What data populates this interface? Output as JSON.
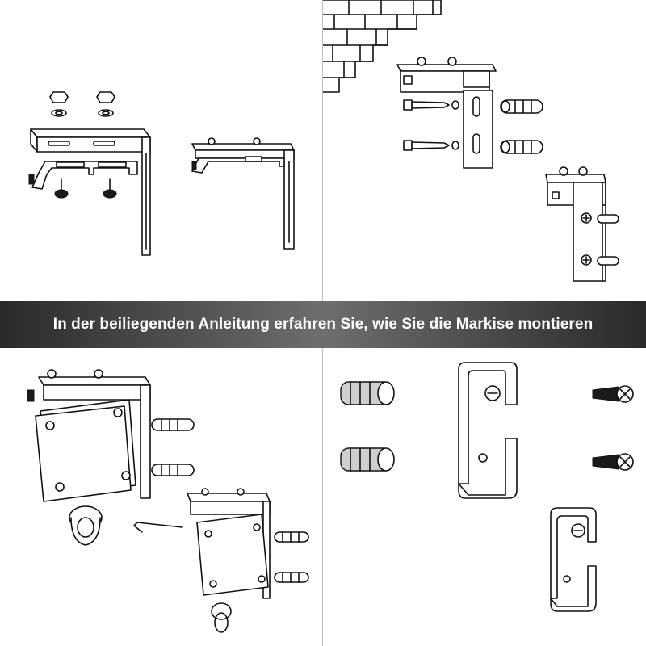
{
  "banner": {
    "text": "In der beiliegenden Anleitung erfahren Sie, wie Sie die Markise montieren"
  },
  "panels": [
    {
      "name": "ceiling-brackets"
    },
    {
      "name": "wall-mounting-brackets"
    },
    {
      "name": "gearbox-mounting"
    },
    {
      "name": "hardware-parts"
    }
  ]
}
